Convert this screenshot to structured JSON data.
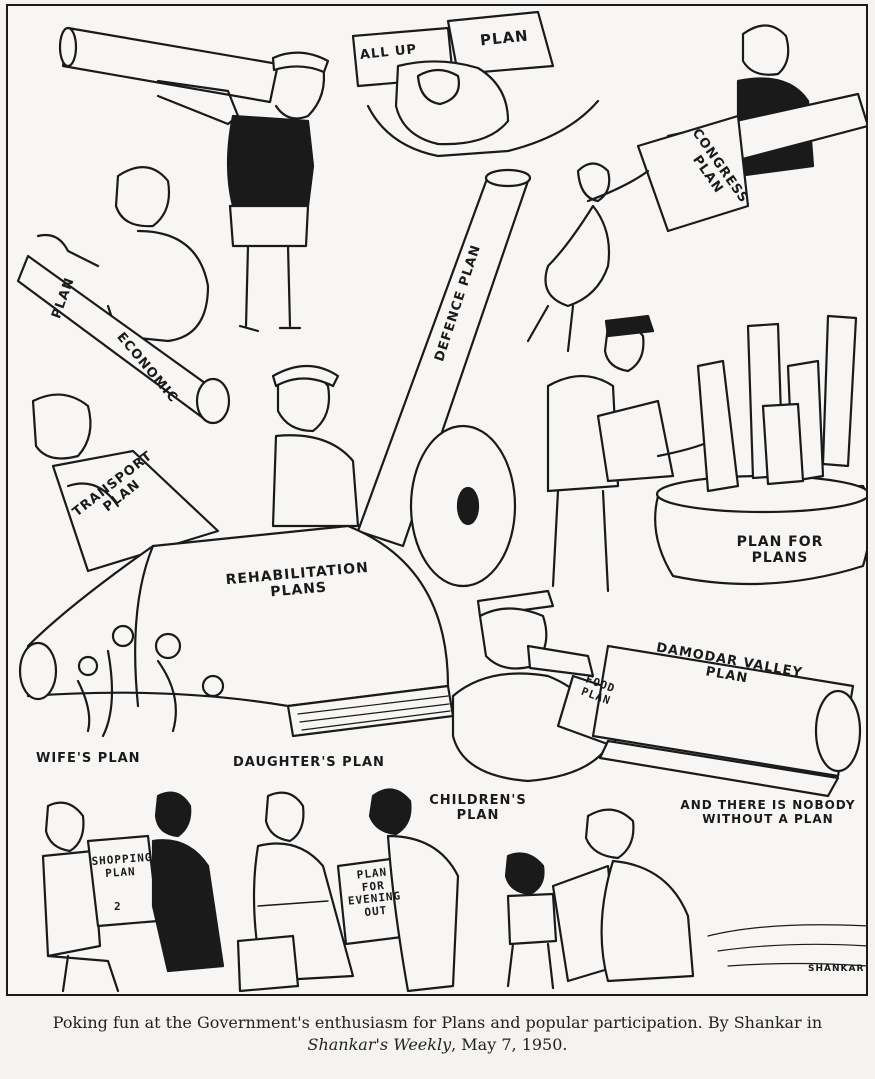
{
  "cartoon": {
    "plan_labels": {
      "all_up": "ALL UP",
      "plan_top": "PLAN",
      "congress": "CONGRESS PLAN",
      "economic_plan_word": "PLAN",
      "economic": "ECONOMIC",
      "defence": "DEFENCE PLAN",
      "transport": "TRANSPORT PLAN",
      "rehabilitation": "REHABILITATION PLANS",
      "plan_for_plans": "PLAN FOR PLANS",
      "damodar": "DAMODAR VALLEY PLAN",
      "food": "FOOD PLAN",
      "wifes": "WIFE'S PLAN",
      "daughters": "DAUGHTER'S PLAN",
      "childrens": "CHILDREN'S PLAN",
      "nobody": "AND THERE IS NOBODY WITHOUT A PLAN",
      "shopping": "SHOPPING PLAN",
      "shopping_number": "2",
      "cinema": "PLAN FOR EVENING OUT",
      "signature": "SHANKAR"
    }
  },
  "caption": {
    "line1": "Poking fun at the Government's enthusiasm for Plans and popular participation. By Shankar in",
    "publication": "Shankar's Weekly",
    "date": ", May 7, 1950."
  },
  "colors": {
    "ink": "#1a1a1a",
    "paper": "#f7f6f4"
  }
}
